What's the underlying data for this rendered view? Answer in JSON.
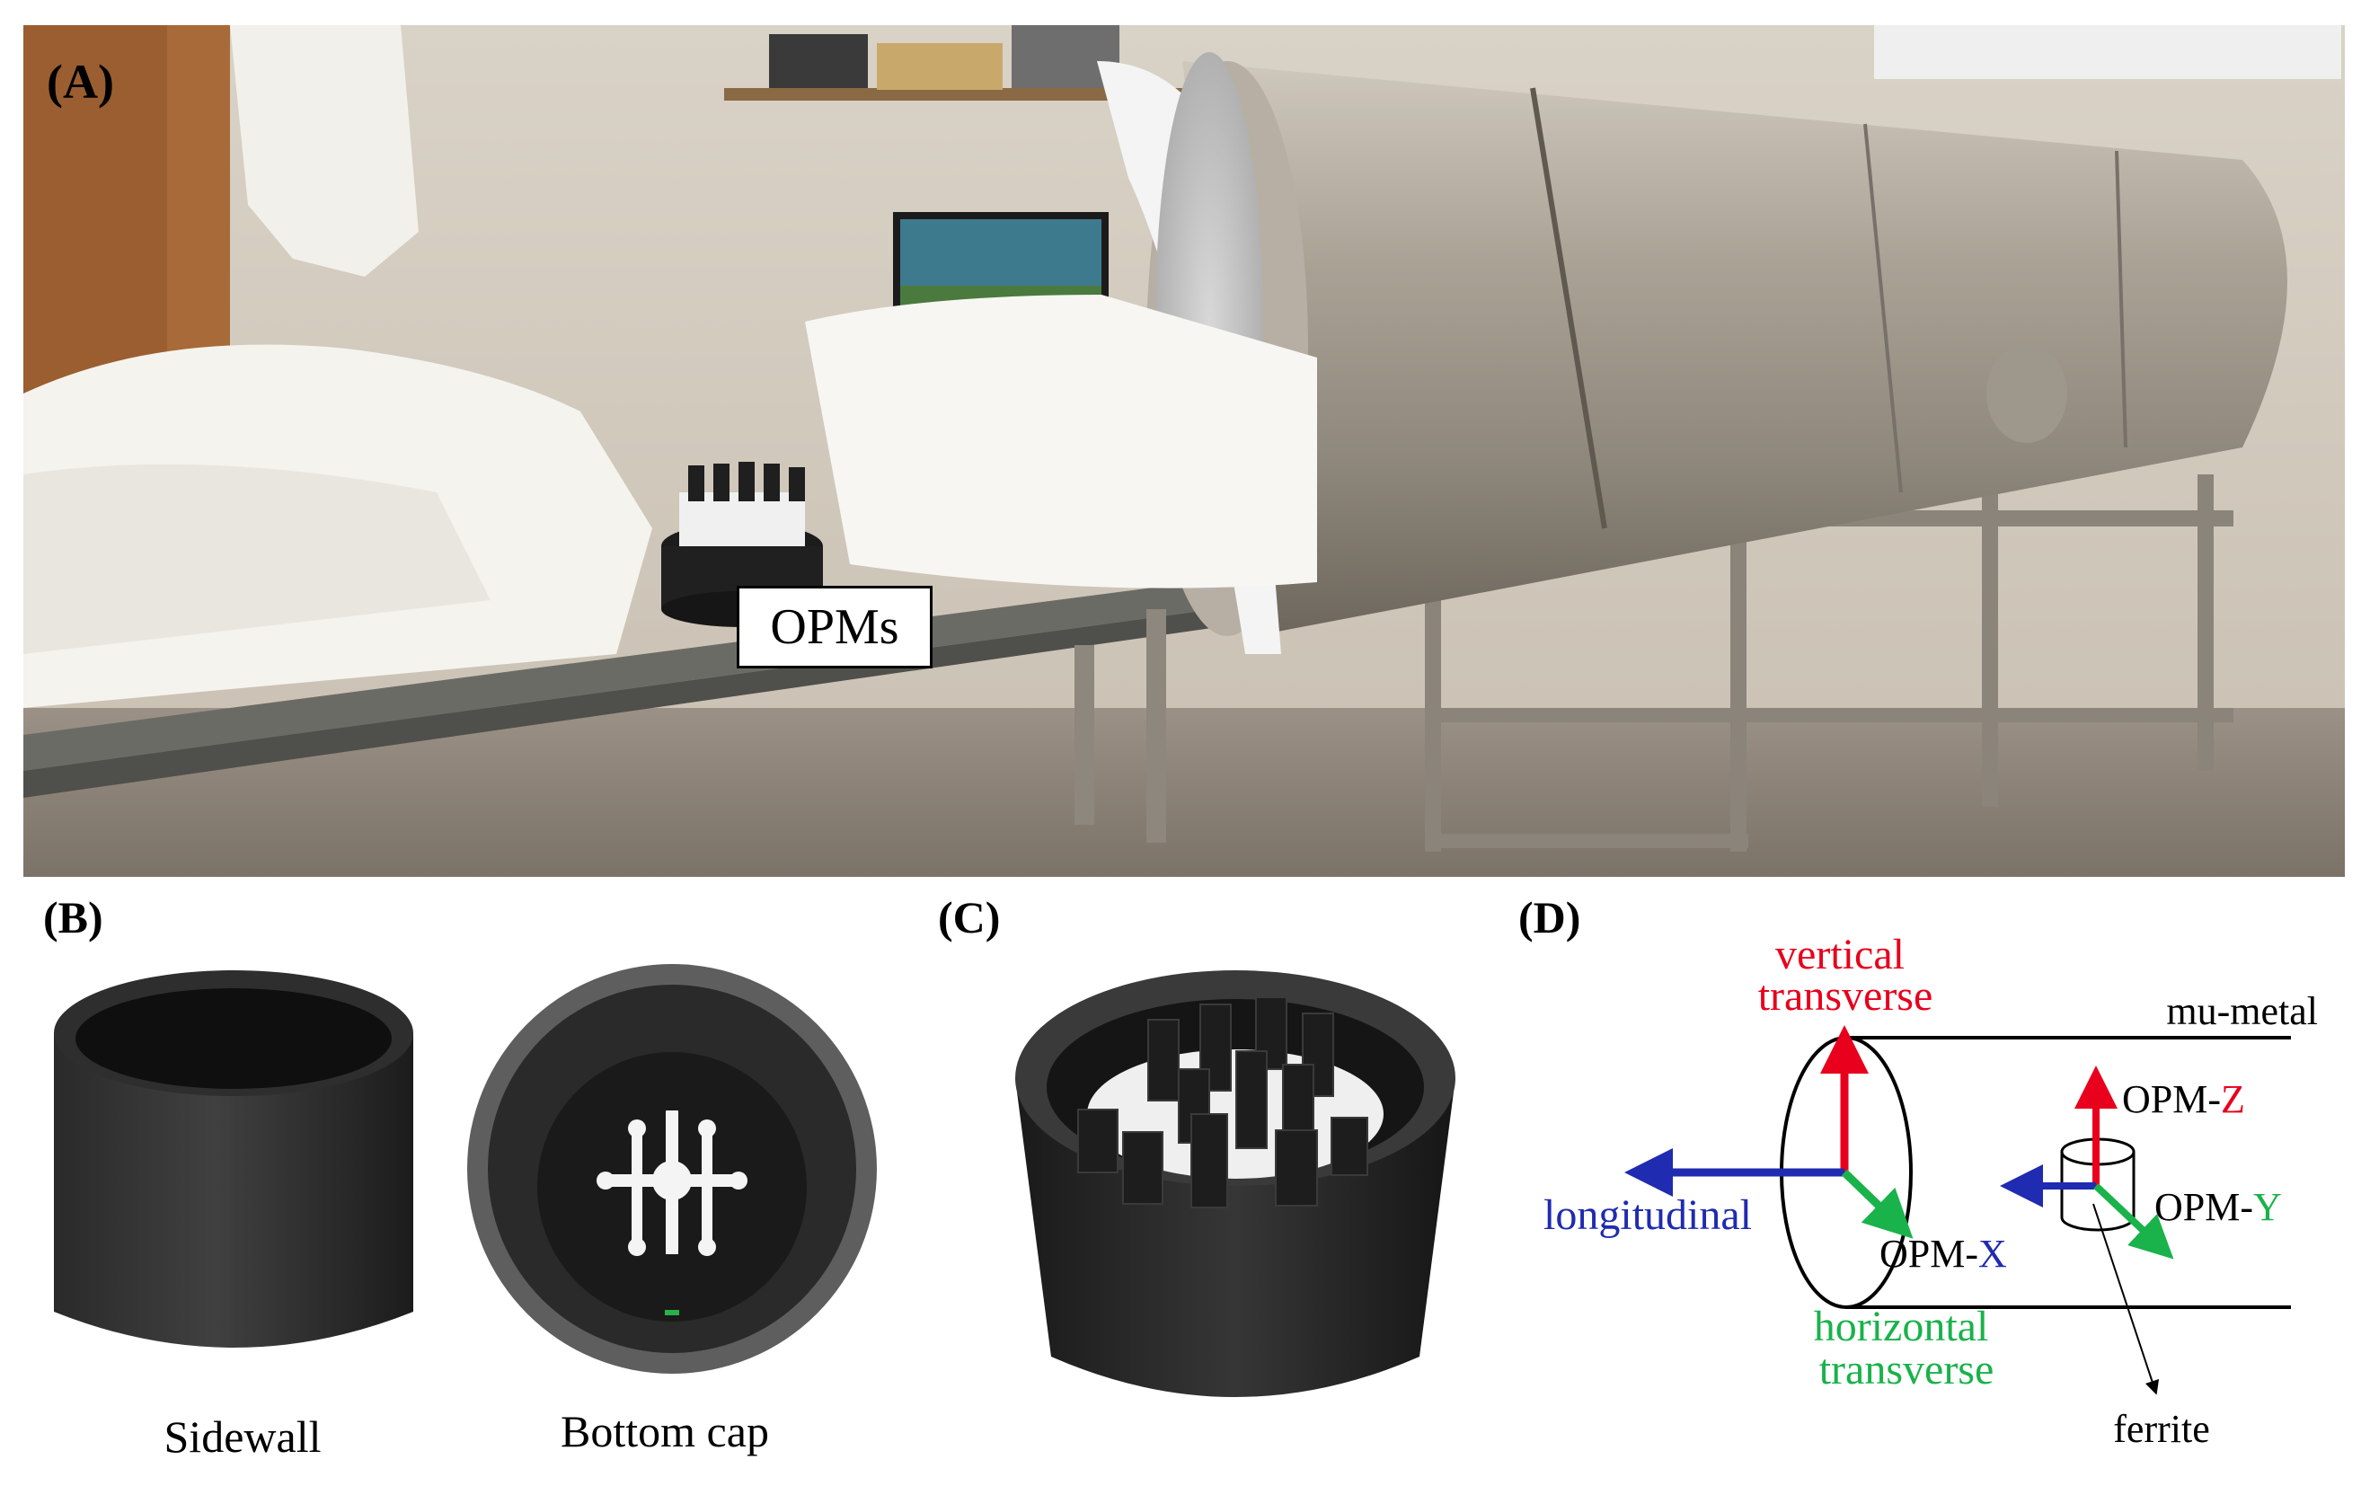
{
  "panel_labels": {
    "a": "(A)",
    "b": "(B)",
    "c": "(C)",
    "d": "(D)"
  },
  "panel_a": {
    "callout": "OPMs"
  },
  "panel_b": {
    "caption_left": "Sidewall",
    "caption_right": "Bottom cap"
  },
  "panel_d": {
    "mu_metal": "mu-metal",
    "vertical_line1": "vertical",
    "vertical_line2": "transverse",
    "longitudinal": "longitudinal",
    "horizontal_line1": "horizontal",
    "horizontal_line2": "transverse",
    "opm_x_prefix": "OPM-",
    "opm_x_axis": "X",
    "opm_y_prefix": "OPM-",
    "opm_y_axis": "Y",
    "opm_z_prefix": "OPM-",
    "opm_z_axis": "Z",
    "ferrite": "ferrite"
  },
  "colors": {
    "red": "#e8001c",
    "green": "#19b24b",
    "blue": "#1f2bb0",
    "black": "#000000"
  }
}
